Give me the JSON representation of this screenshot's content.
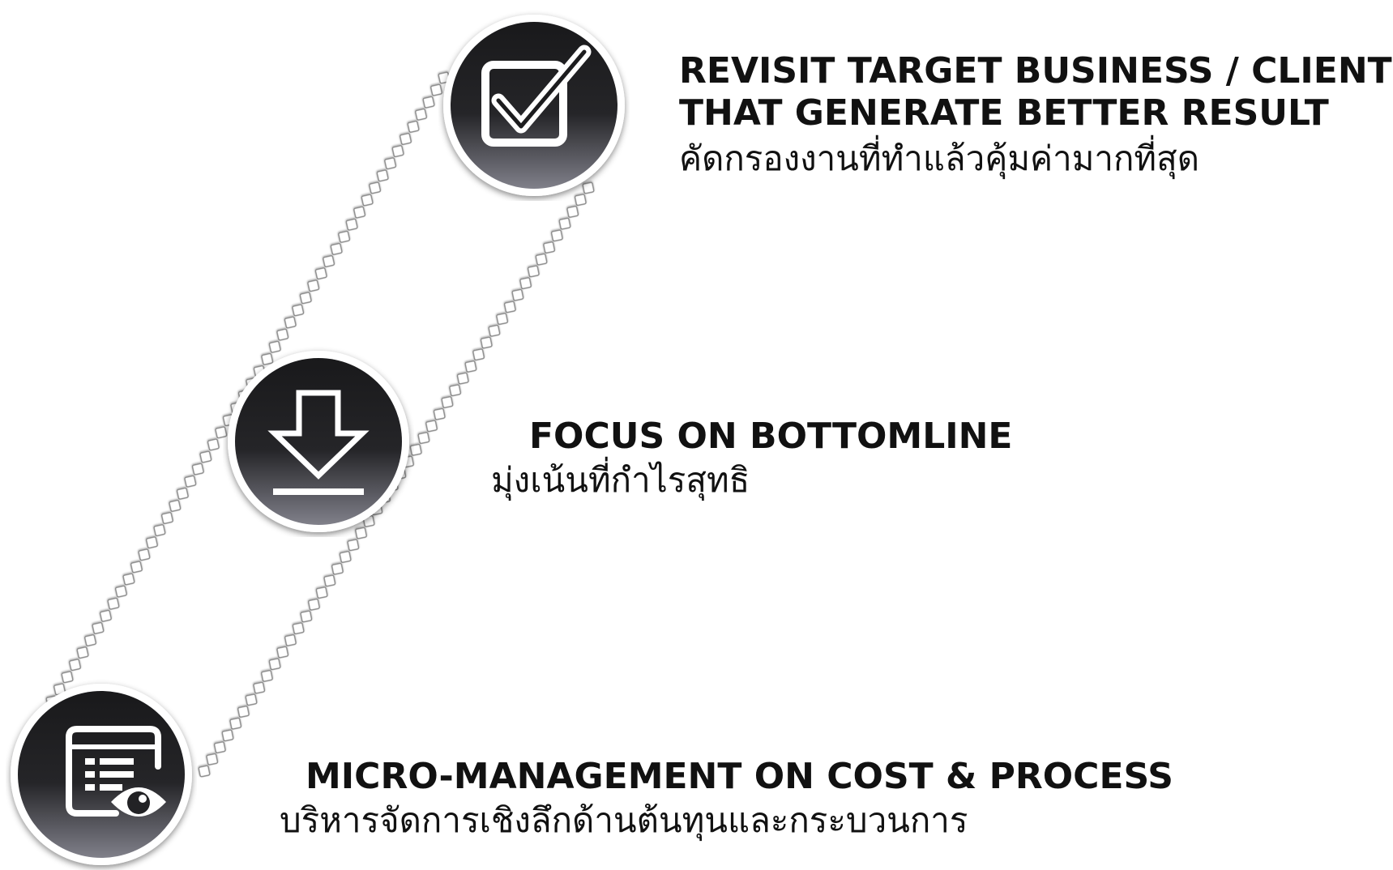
{
  "steps": [
    {
      "icon": "checkbox-icon",
      "title_line_1": "REVISIT TARGET BUSINESS / CLIENTS",
      "title_line_2": "THAT GENERATE BETTER RESULT",
      "subtitle": "คัดกรองงานที่ทำแล้วคุ้มค่ามากที่สุด"
    },
    {
      "icon": "download-arrow-icon",
      "title": "FOCUS ON BOTTOMLINE",
      "subtitle": "มุ่งเน้นที่กำไรสุทธิ"
    },
    {
      "icon": "document-eye-icon",
      "title": "MICRO-MANAGEMENT ON COST & PROCESS",
      "subtitle": "บริหารจัดการเชิงลึกด้านต้นทุนและกระบวนการ"
    }
  ],
  "colors": {
    "icon_dark": "#1b1b1d",
    "icon_light": "#7d7d82",
    "icon_ring": "#ffffff",
    "rail_square_border": "#8a8a8a",
    "rail_square_fill": "#ffffff",
    "text": "#111111"
  }
}
